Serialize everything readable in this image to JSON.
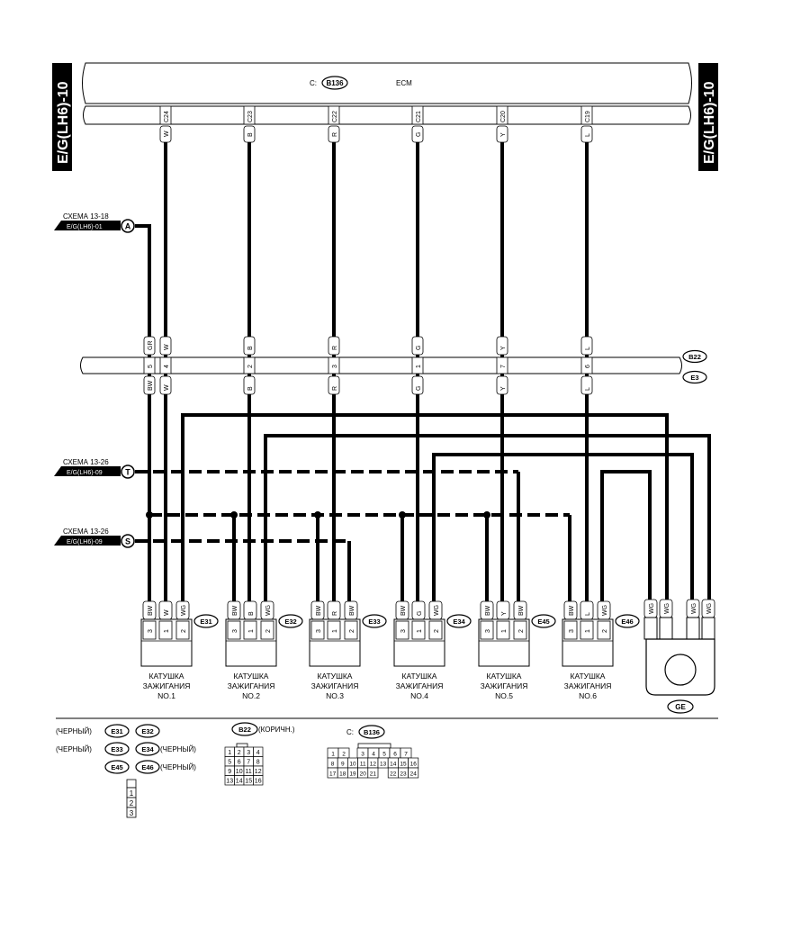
{
  "header": {
    "side_label": "E/G(LH6)-10",
    "connector_prefix": "C:",
    "connector_id": "B136",
    "ecm_label": "ECM"
  },
  "ecm_pins": [
    {
      "pin": "C24",
      "wire": "W"
    },
    {
      "pin": "C23",
      "wire": "B"
    },
    {
      "pin": "C22",
      "wire": "R"
    },
    {
      "pin": "C21",
      "wire": "G"
    },
    {
      "pin": "C20",
      "wire": "Y"
    },
    {
      "pin": "C19",
      "wire": "L"
    }
  ],
  "refs": [
    {
      "schema": "СХЕМА 13-18",
      "code": "E/G(LH6)-01",
      "letter": "A"
    },
    {
      "schema": "СХЕМА 13-26",
      "code": "E/G(LH6)-09",
      "letter": "T"
    },
    {
      "schema": "СХЕМА 13-26",
      "code": "E/G(LH6)-09",
      "letter": "S"
    }
  ],
  "junction": {
    "connector_top": "B22",
    "connector_bottom": "E3",
    "top_colors": [
      "GR",
      "W",
      "B",
      "R",
      "G",
      "Y",
      "L"
    ],
    "pins": [
      "5",
      "4",
      "2",
      "3",
      "1",
      "7",
      "6"
    ],
    "bottom_colors": [
      "BW",
      "W",
      "B",
      "R",
      "G",
      "Y",
      "L"
    ]
  },
  "coils": [
    {
      "id": "E31",
      "pins": [
        "3",
        "1",
        "2"
      ],
      "colors": [
        "BW",
        "W",
        "WG"
      ],
      "name": "КАТУШКА",
      "sub": "ЗАЖИГАНИЯ",
      "no": "NO.1"
    },
    {
      "id": "E32",
      "pins": [
        "3",
        "1",
        "2"
      ],
      "colors": [
        "BW",
        "B",
        "WG"
      ],
      "name": "КАТУШКА",
      "sub": "ЗАЖИГАНИЯ",
      "no": "NO.2"
    },
    {
      "id": "E33",
      "pins": [
        "3",
        "1",
        "2"
      ],
      "colors": [
        "BW",
        "R",
        "BW"
      ],
      "name": "КАТУШКА",
      "sub": "ЗАЖИГАНИЯ",
      "no": "NO.3"
    },
    {
      "id": "E34",
      "pins": [
        "3",
        "1",
        "2"
      ],
      "colors": [
        "BW",
        "G",
        "WG"
      ],
      "name": "КАТУШКА",
      "sub": "ЗАЖИГАНИЯ",
      "no": "NO.4"
    },
    {
      "id": "E45",
      "pins": [
        "3",
        "1",
        "2"
      ],
      "colors": [
        "BW",
        "Y",
        "BW"
      ],
      "name": "КАТУШКА",
      "sub": "ЗАЖИГАНИЯ",
      "no": "NO.5"
    },
    {
      "id": "E46",
      "pins": [
        "3",
        "1",
        "2"
      ],
      "colors": [
        "BW",
        "L",
        "WG"
      ],
      "name": "КАТУШКА",
      "sub": "ЗАЖИГАНИЯ",
      "no": "NO.6"
    }
  ],
  "ground": {
    "id": "GE",
    "colors": [
      "WG",
      "WG",
      "WG",
      "WG"
    ]
  },
  "legend": {
    "row1": {
      "left_note": "(ЧЕРНЫЙ)",
      "a": "E31",
      "b": "E32"
    },
    "row2": {
      "left_note": "(ЧЕРНЫЙ)",
      "a": "E33",
      "b": "E34",
      "right_note": "(ЧЕРНЫЙ)"
    },
    "row3": {
      "a": "E45",
      "b": "E46",
      "right_note": "(ЧЕРНЫЙ)"
    },
    "small_conn_pins": [
      "1",
      "2",
      "3"
    ],
    "b22": {
      "id": "B22",
      "note": "(КОРИЧН.)",
      "pins": [
        "1",
        "2",
        "3",
        "4",
        "5",
        "6",
        "7",
        "8",
        "9",
        "10",
        "11",
        "12",
        "13",
        "14",
        "15",
        "16"
      ]
    },
    "b136": {
      "prefix": "C:",
      "id": "B136",
      "rows": [
        [
          "1",
          "2",
          "",
          "3",
          "4",
          "5",
          "6",
          "7"
        ],
        [
          "8",
          "9",
          "10",
          "11",
          "12",
          "13",
          "14",
          "15",
          "16"
        ],
        [
          "17",
          "18",
          "19",
          "20",
          "21",
          "",
          "22",
          "23",
          "24"
        ]
      ]
    }
  }
}
